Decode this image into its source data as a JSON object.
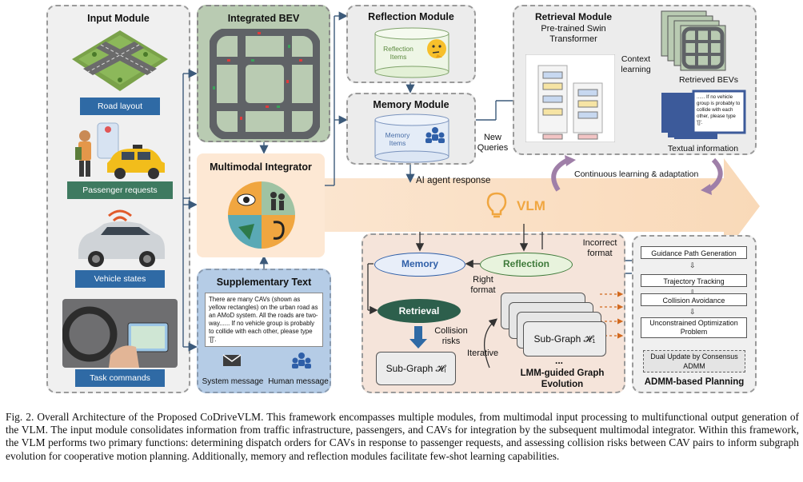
{
  "input_module": {
    "title": "Input Module",
    "road_layout": "Road layout",
    "passenger_requests": "Passenger requests",
    "vehicle_states": "Vehicle states",
    "task_commands": "Task commands"
  },
  "bev": {
    "title": "Integrated BEV"
  },
  "multimodal": {
    "title": "Multimodal Integrator"
  },
  "supplementary": {
    "title": "Supplementary Text",
    "body": "There are many CAVs (shown as yellow rectangles) on the urban road as an AMoD system. All the roads are two-way...... If no vehicle group is probably to collide with each other, please type '[]'.",
    "system_message": "System message",
    "human_message": "Human message"
  },
  "reflection_module": {
    "title": "Reflection Module",
    "items": "Reflection Items"
  },
  "memory_module": {
    "title": "Memory Module",
    "items": "Memory Items"
  },
  "new_queries": "New Queries",
  "ai_agent_response": "AI agent response",
  "retrieval_module": {
    "title": "Retrieval Module",
    "model": "Pre-trained Swin Transformer",
    "context_learning": "Context learning",
    "retrieved_bevs": "Retrieved BEVs",
    "textual_information": "Textual information",
    "doc_text": "...... If no vehicle group is probably to collide with each other, please type '[]'."
  },
  "continuous_learning": "Continuous learning & adaptation",
  "vlm": "VLM",
  "lmm_panel": {
    "memory": "Memory",
    "reflection": "Reflection",
    "retrieval": "Retrieval",
    "right_format": "Right format",
    "incorrect_format": "Incorrect format",
    "collision_risks": "Collision risks",
    "iterative": "Iterative",
    "subgraph_i": "Sub-Graph 𝓗ᵢ",
    "subgraph_1": "Sub-Graph 𝓗₁",
    "ellipsis": "...",
    "evolution_title": "LMM-guided Graph Evolution"
  },
  "admm": {
    "steps": [
      "Guidance Path Generation",
      "Trajectory Tracking",
      "Collision Avoidance",
      "Unconstrained Optimization Problem"
    ],
    "dual_update": "Dual Update by Consensus ADMM",
    "title": "ADMM-based Planning"
  },
  "caption": "Fig. 2.  Overall Architecture of the Proposed CoDriveVLM. This framework encompasses multiple modules, from multimodal input processing to multifunctional output generation of the VLM. The input module consolidates information from traffic infrastructure, passengers, and CAVs for integration by the subsequent multimodal integrator. Within this framework, the VLM performs two primary functions: determining dispatch orders for CAVs in response to passenger requests, and assessing collision risks between CAV pairs to inform subgraph evolution for cooperative motion planning. Additionally, memory and reflection modules facilitate few-shot learning capabilities.",
  "colors": {
    "accent_blue": "#2f6aa5",
    "accent_green": "#3e7a60",
    "vlm_orange": "#f0a640",
    "panel_peach": "#f6e7dd",
    "bev_green": "#b9cbb2"
  }
}
